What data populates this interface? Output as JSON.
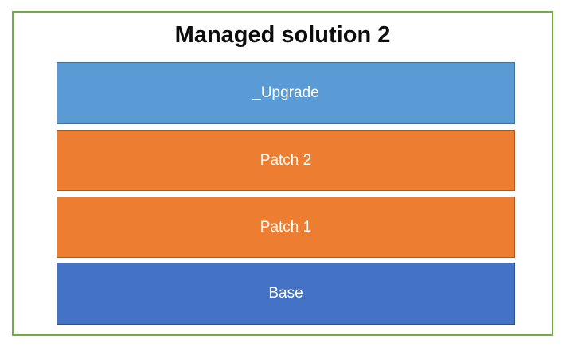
{
  "diagram": {
    "title": "Managed solution 2",
    "frame_color": "#70AD47",
    "label_text_color": "#FFFFFF",
    "title_color": "#0D0D0D",
    "layers": [
      {
        "label": "_Upgrade",
        "fill": "#5B9BD5",
        "border": "#41719C"
      },
      {
        "label": "Patch 2",
        "fill": "#ED7D31",
        "border": "#AE5A21"
      },
      {
        "label": "Patch 1",
        "fill": "#ED7D31",
        "border": "#AE5A21"
      },
      {
        "label": "Base",
        "fill": "#4472C4",
        "border": "#2F528F"
      }
    ]
  }
}
